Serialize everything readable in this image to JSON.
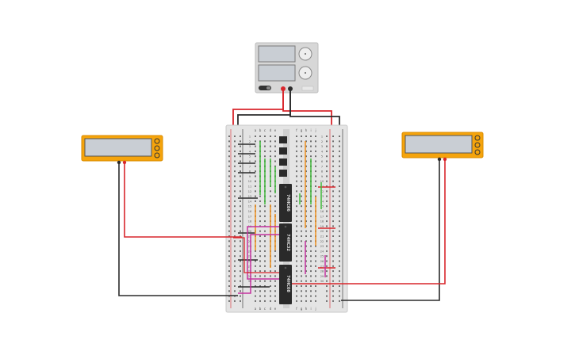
{
  "colors": {
    "breadboard": "#e4e4e4",
    "chip": "#2a2a2a",
    "wire_red": "#d9262c",
    "wire_black": "#2b2b2b",
    "wire_green": "#40b93b",
    "wire_orange": "#f0901d",
    "wire_magenta": "#c4319e",
    "multimeter_body": "#f5a40c",
    "display": "#c9ced4"
  },
  "power_supply": {
    "knob_marks": [
      "",
      ""
    ],
    "switch_label": ""
  },
  "breadboard": {
    "column_labels_left": [
      "a",
      "b",
      "c",
      "d",
      "e"
    ],
    "column_labels_right": [
      "f",
      "g",
      "h",
      "i",
      "j"
    ],
    "row_numbers": [
      "1",
      "2",
      "3",
      "4",
      "5",
      "6",
      "7",
      "8",
      "9",
      "10",
      "11",
      "12",
      "13",
      "14",
      "15",
      "16",
      "17",
      "18",
      "19",
      "20",
      "21",
      "22",
      "23",
      "24",
      "25",
      "26",
      "27",
      "28",
      "29",
      "30"
    ]
  },
  "chips": [
    {
      "label": "74HC86"
    },
    {
      "label": "74HC32"
    },
    {
      "label": "74HC08"
    }
  ],
  "multimeters": [
    {
      "id": "left",
      "display_value": ""
    },
    {
      "id": "right",
      "display_value": ""
    }
  ]
}
